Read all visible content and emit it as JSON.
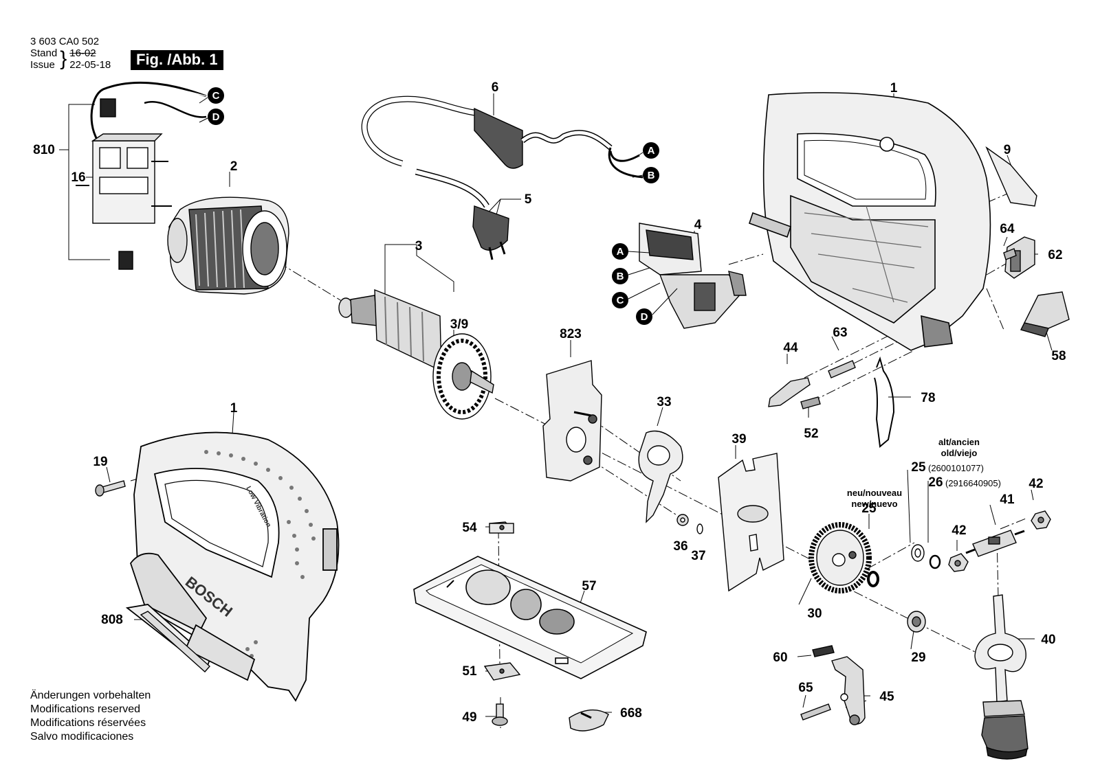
{
  "header": {
    "doc_number": "3 603 CA0 502",
    "stand_label": "Stand",
    "issue_label": "Issue",
    "stand_value": "16-02",
    "issue_value": "22-05-18",
    "figure_badge": "Fig. /Abb. 1"
  },
  "footer": {
    "lines": [
      "Änderungen vorbehalten",
      "Modifications reserved",
      "Modifications réservées",
      "Salvo modificaciones"
    ]
  },
  "connectors": [
    "A",
    "B",
    "C",
    "D"
  ],
  "part_labels": {
    "p1_housing_right": "1",
    "p1_housing_left": "1",
    "p2": "2",
    "p3": "3",
    "p3_9": "3/9",
    "p4": "4",
    "p5": "5",
    "p6": "6",
    "p9": "9",
    "p16": "16",
    "p19": "19",
    "p25_old": "25",
    "p25_new": "25",
    "p26": "26",
    "p29": "29",
    "p30": "30",
    "p33": "33",
    "p36": "36",
    "p37": "37",
    "p39": "39",
    "p40": "40",
    "p41": "41",
    "p42a": "42",
    "p42b": "42",
    "p44": "44",
    "p45": "45",
    "p49": "49",
    "p51": "51",
    "p52": "52",
    "p54": "54",
    "p57": "57",
    "p58": "58",
    "p60": "60",
    "p62": "62",
    "p63": "63",
    "p64": "64",
    "p65": "65",
    "p78": "78",
    "p668": "668",
    "p808": "808",
    "p810": "810",
    "p823": "823"
  },
  "notes": {
    "old_line1": "alt/ancien",
    "old_line2": "old/viejo",
    "old_p25_code": "(2600101077)",
    "old_p26_code": "(2916640905)",
    "new_line1": "neu/nouveau",
    "new_line2": "new/nuevo"
  },
  "housing_text": {
    "brand": "BOSCH",
    "model": "Low Vibration"
  }
}
